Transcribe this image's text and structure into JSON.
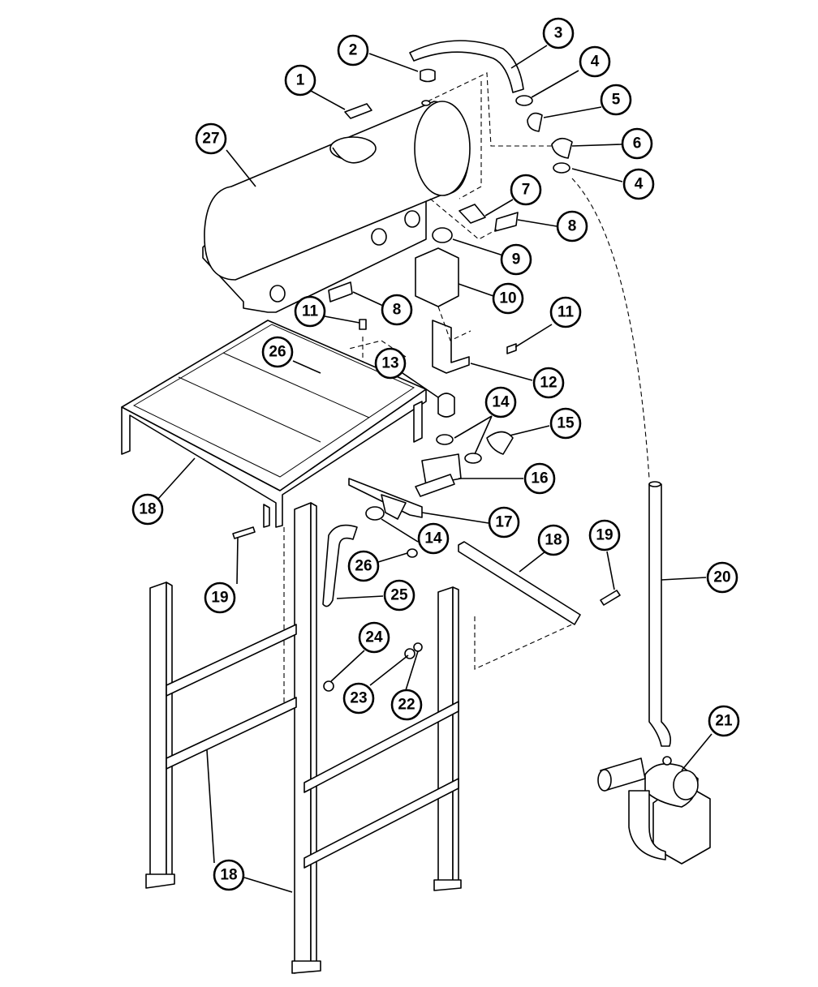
{
  "diagram": {
    "callouts": [
      {
        "label": "1"
      },
      {
        "label": "2"
      },
      {
        "label": "3"
      },
      {
        "label": "4"
      },
      {
        "label": "5"
      },
      {
        "label": "6"
      },
      {
        "label": "4"
      },
      {
        "label": "7"
      },
      {
        "label": "8"
      },
      {
        "label": "9"
      },
      {
        "label": "10"
      },
      {
        "label": "8"
      },
      {
        "label": "11"
      },
      {
        "label": "11"
      },
      {
        "label": "26"
      },
      {
        "label": "12"
      },
      {
        "label": "13"
      },
      {
        "label": "14"
      },
      {
        "label": "15"
      },
      {
        "label": "27"
      },
      {
        "label": "16"
      },
      {
        "label": "18"
      },
      {
        "label": "17"
      },
      {
        "label": "14"
      },
      {
        "label": "18"
      },
      {
        "label": "19"
      },
      {
        "label": "26"
      },
      {
        "label": "19"
      },
      {
        "label": "20"
      },
      {
        "label": "25"
      },
      {
        "label": "24"
      },
      {
        "label": "23"
      },
      {
        "label": "22"
      },
      {
        "label": "21"
      },
      {
        "label": "18"
      }
    ],
    "colors": {
      "line": "#000000",
      "background": "#ffffff",
      "shade": "#d8d8d8"
    }
  }
}
